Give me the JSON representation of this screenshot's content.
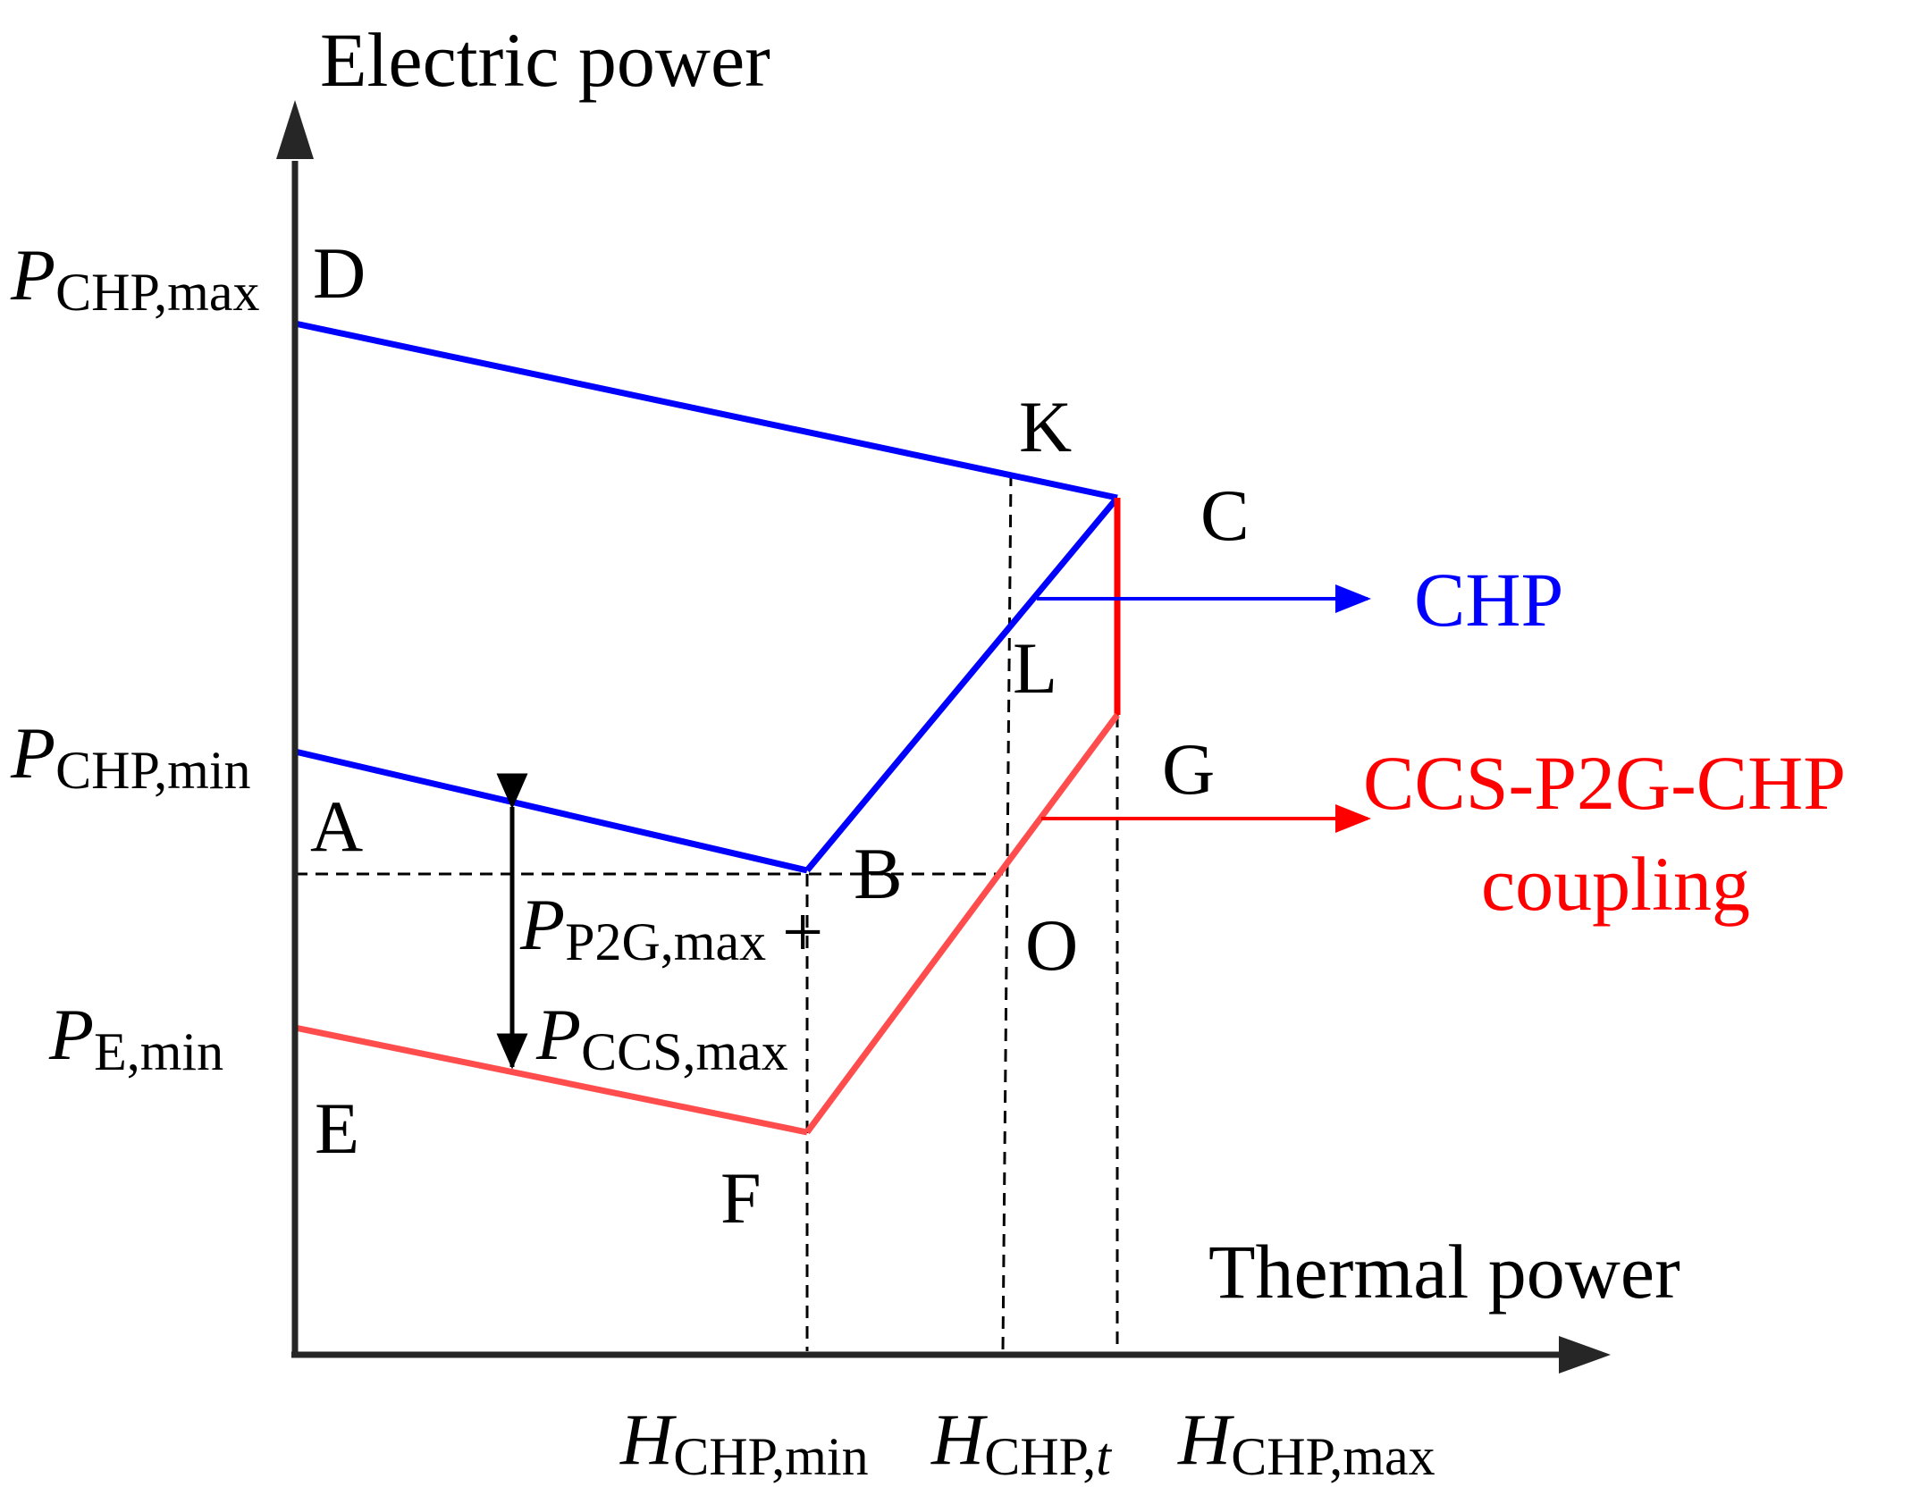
{
  "axes": {
    "y_label": "Electric power",
    "x_label": "Thermal power"
  },
  "y_ticks": {
    "chp_max": {
      "main": "P",
      "sub": "CHP,max"
    },
    "chp_min": {
      "main": "P",
      "sub": "CHP,min"
    },
    "e_min": {
      "main": "P",
      "sub": "E,min"
    }
  },
  "x_ticks": {
    "chp_min": {
      "main": "H",
      "sub": "CHP,min"
    },
    "chp_t": {
      "main": "H",
      "sub": "CHP,",
      "sub_it": "t"
    },
    "chp_max": {
      "main": "H",
      "sub": "CHP,max"
    }
  },
  "points": {
    "A": "A",
    "B": "B",
    "C": "C",
    "D": "D",
    "E": "E",
    "F": "F",
    "G": "G",
    "K": "K",
    "L": "L",
    "O": "O"
  },
  "annotations": {
    "p2g": {
      "main": "P",
      "sub": "P2G,max"
    },
    "plus": "+",
    "ccs": {
      "main": "P",
      "sub": "CCS,max"
    }
  },
  "legend": {
    "chp": "CHP",
    "coupling_line1": "CCS-P2G-CHP",
    "coupling_line2": "coupling"
  },
  "colors": {
    "chp_region": "#0000ff",
    "coupling_region": "#ff4d4d",
    "coupling_edge": "#ff0000",
    "axis": "#262626",
    "text": "#000000"
  }
}
